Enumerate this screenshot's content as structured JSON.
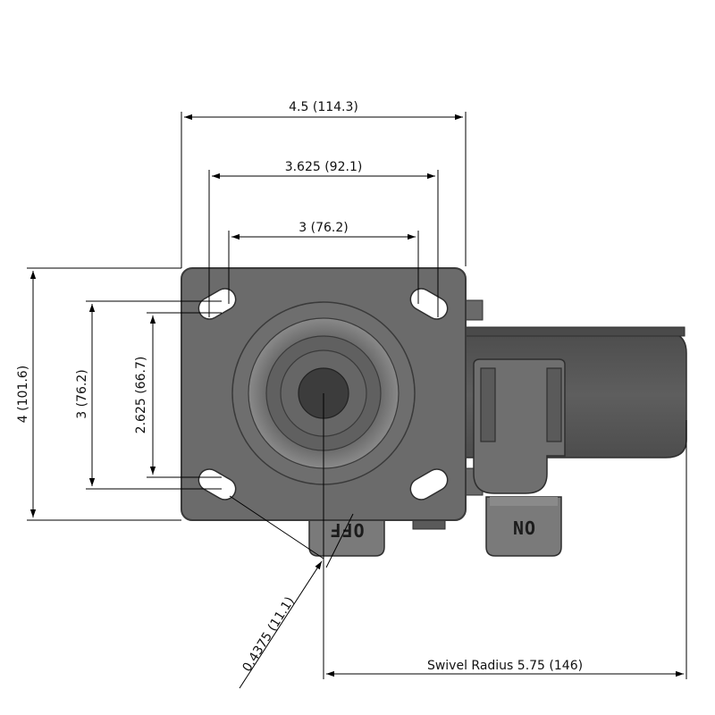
{
  "dimensions": {
    "overall_width": "4.5 (114.3)",
    "outer_bolt_width": "3.625 (92.1)",
    "inner_bolt_width": "3 (76.2)",
    "overall_height": "4 (101.6)",
    "outer_bolt_height": "3 (76.2)",
    "inner_bolt_height": "2.625 (66.7)",
    "bolt_hole": "0.4375 (11.1)",
    "swivel_radius": "Swivel Radius 5.75 (146)"
  },
  "brake_labels": {
    "off": "OFF",
    "on": "ON"
  },
  "colors": {
    "plate": "#6b6b6b",
    "plate_edge": "#4a4a4a",
    "wheel": "#5a5a5a",
    "hub_dark": "#3c3c3c",
    "dimension_line": "#000000"
  }
}
